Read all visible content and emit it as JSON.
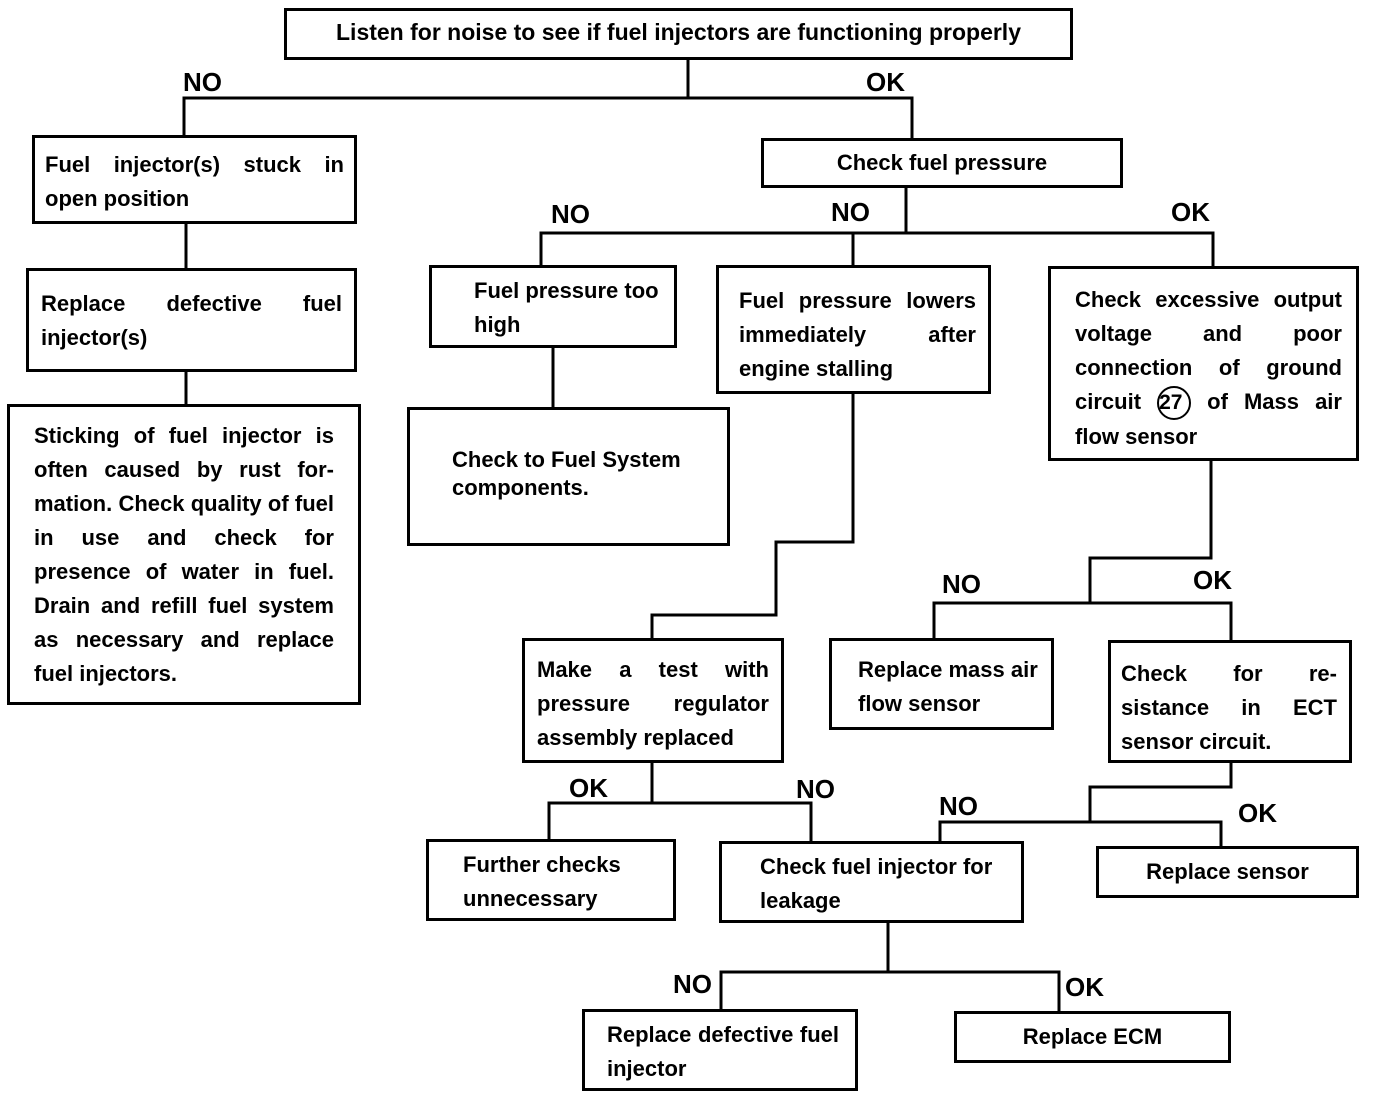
{
  "nodes": {
    "root": "Listen for noise to see if fuel injectors are functioning properly",
    "stuck": "Fuel injector(s) stuck in open position",
    "replace_injectors": "Replace defective fuel injector(s)",
    "sticking_note": "Sticking of fuel injector is often caused by rust for-mation. Check quality of fuel in use and check for presence of water in fuel. Drain and refill fuel system as necessary and replace fuel injectors.",
    "check_pressure": "Check fuel pressure",
    "too_high": "Fuel pressure too high",
    "check_components": "Check to Fuel System components.",
    "lowers": "Fuel pressure lowers immediately after engine stalling",
    "excessive_pre": "Check excessive output voltage and poor connection of ground circuit",
    "excessive_circle": "27",
    "excessive_post": "of Mass air flow sensor",
    "test_regulator": "Make a test with pressure regulator assembly replaced",
    "replace_maf": "Replace mass air flow sensor",
    "check_ect": "Check for re-sistance in ECT sensor circuit.",
    "further": "Further checks unnecessary",
    "check_leakage": "Check fuel injector for leakage",
    "replace_sensor": "Replace sensor",
    "replace_defective": "Replace defective fuel injector",
    "replace_ecm": "Replace ECM"
  },
  "labels": {
    "no": "NO",
    "ok": "OK"
  }
}
